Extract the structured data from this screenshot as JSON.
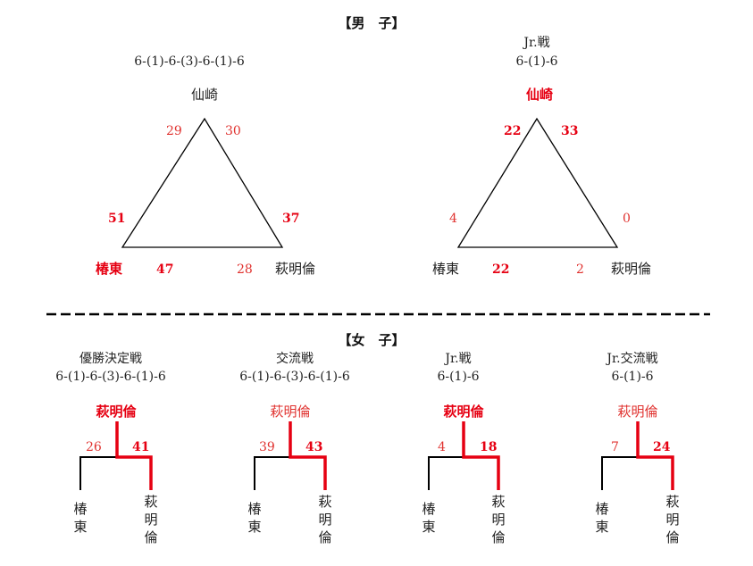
{
  "men": {
    "header": "【男　子】",
    "left": {
      "format": "6-(1)-6-(3)-6-(1)-6",
      "top_team": "仙崎",
      "bl_team": "椿東",
      "br_team": "萩明倫",
      "score_top_left": "29",
      "score_top_right": "30",
      "score_left_top": "51",
      "score_right_top": "37",
      "score_bottom_left": "47",
      "score_bottom_right": "28"
    },
    "right": {
      "title": "Jr.戦",
      "format": "6-(1)-6",
      "top_team": "仙崎",
      "bl_team": "椿東",
      "br_team": "萩明倫",
      "score_top_left": "22",
      "score_top_right": "33",
      "score_left_top": "4",
      "score_right_top": "0",
      "score_bottom_left": "22",
      "score_bottom_right": "2"
    }
  },
  "women": {
    "header": "【女　子】",
    "brackets": [
      {
        "title": "優勝決定戦",
        "format": "6-(1)-6-(3)-6-(1)-6",
        "winner": "萩明倫",
        "left_score": "26",
        "right_score": "41",
        "left_team": "椿東",
        "right_team": "萩明倫"
      },
      {
        "title": "交流戦",
        "format": "6-(1)-6-(3)-6-(1)-6",
        "winner": "萩明倫",
        "left_score": "39",
        "right_score": "43",
        "left_team": "椿東",
        "right_team": "萩明倫"
      },
      {
        "title": "Jr.戦",
        "format": "6-(1)-6",
        "winner": "萩明倫",
        "left_score": "4",
        "right_score": "18",
        "left_team": "椿東",
        "right_team": "萩明倫"
      },
      {
        "title": "Jr.交流戦",
        "format": "6-(1)-6",
        "winner": "萩明倫",
        "left_score": "7",
        "right_score": "24",
        "left_team": "椿東",
        "right_team": "萩明倫"
      }
    ]
  },
  "colors": {
    "win": "#e60012",
    "line": "#000000"
  }
}
